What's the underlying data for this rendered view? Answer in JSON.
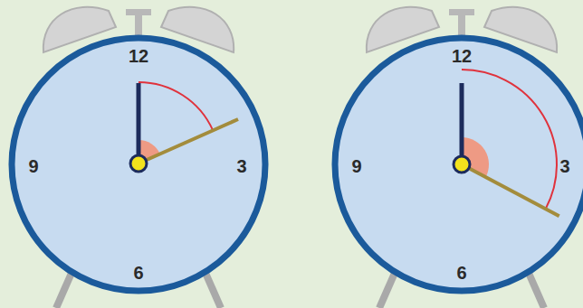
{
  "diagram": {
    "labels": [
      "12",
      "9",
      "3",
      "6",
      "12",
      "9",
      "3",
      "6"
    ]
  }
}
